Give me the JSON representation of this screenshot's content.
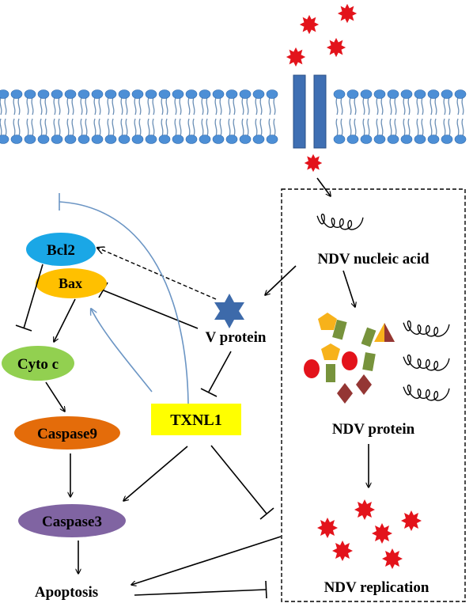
{
  "colors": {
    "membrane_head": "#4d8fd6",
    "membrane_tail": "#6b8fb6",
    "channel": "#3f6fb3",
    "virion": "#e3131b",
    "bcl2": "#1aa7e6",
    "bax": "#ffc000",
    "cyto": "#92d050",
    "caspase9": "#e46c0a",
    "caspase3": "#8064a2",
    "txnl1": "#ffff00",
    "v_protein_star": "#3d6aaa",
    "inhibit_blue": "#6b95c4",
    "pentagon": "#f7b21b",
    "rect_green": "#77933c",
    "diamond": "#943634",
    "oval_red": "#e3131b"
  },
  "nodes": {
    "bcl2": "Bcl2",
    "bax": "Bax",
    "cyto_c": "Cyto c",
    "caspase9": "Caspase9",
    "caspase3": "Caspase3",
    "apoptosis": "Apoptosis",
    "txnl1": "TXNL1",
    "v_protein": "V protein"
  },
  "box": {
    "nucleic_acid": "NDV nucleic acid",
    "protein": "NDV protein",
    "replication": "NDV replication"
  }
}
